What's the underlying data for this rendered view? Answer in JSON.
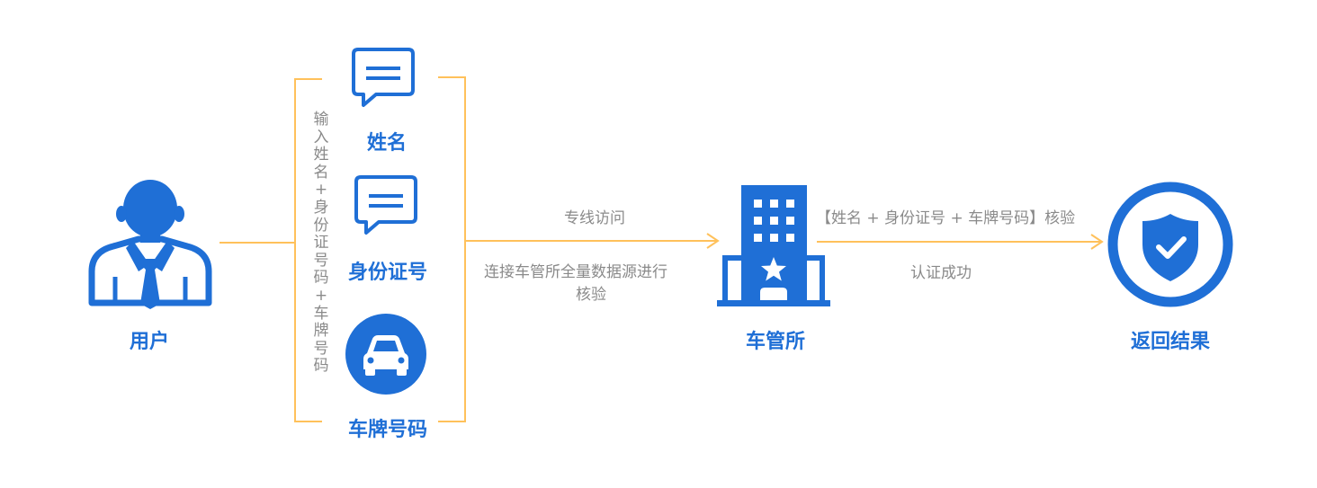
{
  "user": {
    "label": "用户"
  },
  "inputs": {
    "vertical_text": "输入姓名+身份证号码+车牌号码",
    "name_label": "姓名",
    "id_label": "身份证号",
    "plate_label": "车牌号码"
  },
  "flow1": {
    "top_text": "专线访问",
    "bottom_text_line1": "连接车管所全量数据源进行",
    "bottom_text_line2": "核验"
  },
  "dmv": {
    "label": "车管所"
  },
  "flow2": {
    "top_text": "【姓名 + 身份证号 + 车牌号码】核验",
    "bottom_text": "认证成功"
  },
  "result": {
    "label": "返回结果"
  },
  "colors": {
    "blue": "#1f6fd6",
    "orange": "#ffc15b",
    "gray": "#8a8a8a"
  }
}
